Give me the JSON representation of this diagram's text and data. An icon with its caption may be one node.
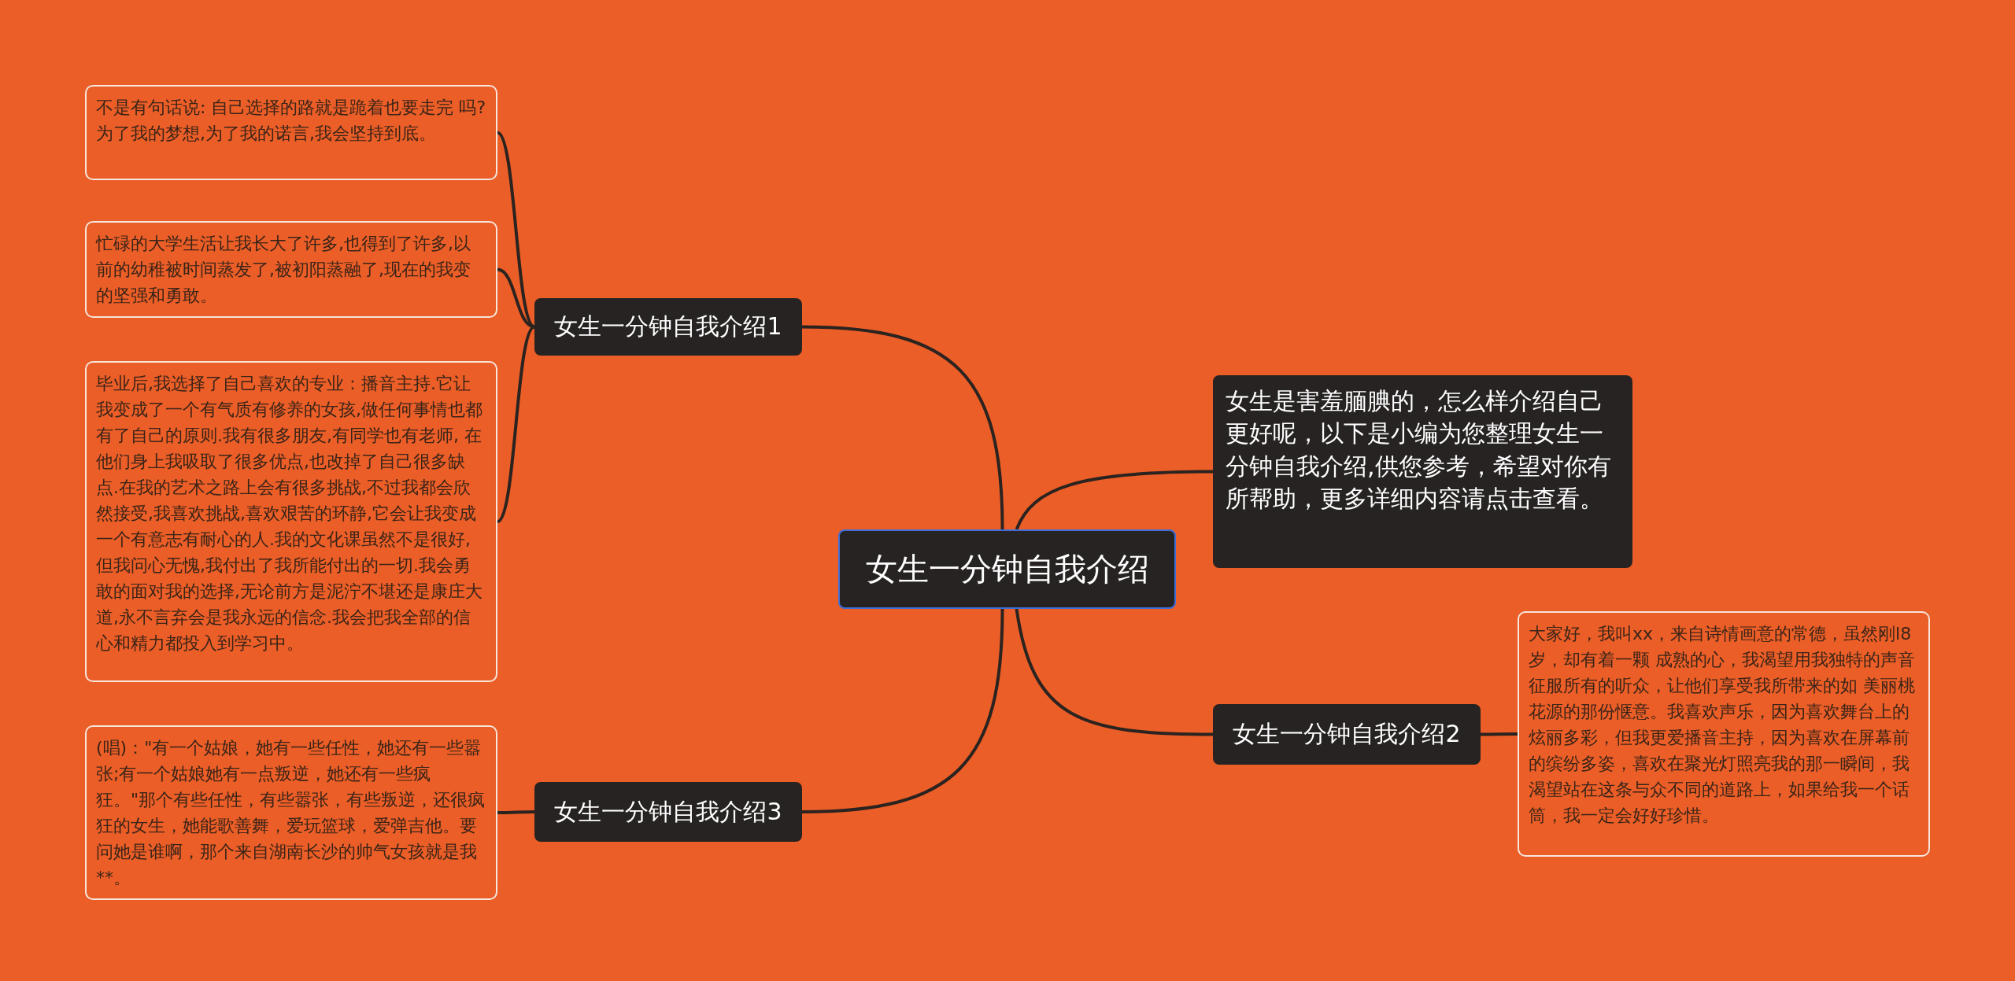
{
  "diagram": {
    "nodes": [
      {
        "text": [
          "女生一分钟自我介绍"
        ]
      },
      {
        "text": [
          "女生一分钟自我介绍1"
        ]
      },
      {
        "text": [
          "不是有句话说: 自己选择的路就是跪着也要走完 吗?为了我的梦想,为了我的诺言,我会坚持到底。"
        ]
      },
      {
        "text": [
          "忙碌的大学生活让我长大了许多,也得到了许多,以前的幼稚被时间蒸发了,被初阳蒸融了,现在的我变的坚强和勇敢。"
        ]
      },
      {
        "text": [
          "毕业后,我选择了自己喜欢的专业：播音主持.它让我变成了一个有气质有修养的女孩,做任何事情也都有了自己的原则.我有很多朋友,有同学也有老师, 在他们身上我吸取了很多优点,也改掉了自己很多缺点.在我的艺术之路上会有很多挑战,不过我都会欣然接受,我喜欢挑战,喜欢艰苦的环静,它会让我变成一个有意志有耐心的人.我的文化课虽然不是很好,但我问心无愧,我付出了我所能付出的一切.我会勇敢的面对我的选择,无论前方是泥泞不堪还是康庄大道,永不言弃会是我永远的信念.我会把我全部的信心和精力都投入到学习中。"
        ]
      },
      {
        "text": [
          "女生是害羞腼腆的，怎么样介绍自己更好呢，以下是小编为您整理女生一分钟自我介绍,供您参考，希望对你有所帮助，更多详细内容请点击查看。"
        ]
      },
      {
        "text": [
          "女生一分钟自我介绍2"
        ]
      },
      {
        "text": [
          "大家好，我叫xx，来自诗情画意的常德，虽然刚l8岁，却有着一颗 成熟的心，我渴望用我独特的声音征服所有的听众，让他们享受我所带来的如 美丽桃花源的那份惬意。我喜欢声乐，因为喜欢舞台上的炫丽多彩，但我更爱播音主持，因为喜欢在屏幕前的缤纷多姿，喜欢在聚光灯照亮我的那一瞬间，我渴望站在这条与众不同的道路上，如果给我一个话筒，我一定会好好珍惜。"
        ]
      },
      {
        "text": [
          "女生一分钟自我介绍3"
        ]
      },
      {
        "text": [
          "(唱)：\"有一个姑娘，她有一些任性，她还有一些嚣张;有一个姑娘她有一点叛逆，她还有一些疯狂。\"那个有些任性，有些嚣张，有些叛逆，还很疯狂的女生，她能歌善舞，爱玩篮球，爱弹吉他。要问她是谁啊，那个来自湖南长沙的帅气女孩就是我**。"
        ]
      }
    ],
    "edges": [
      {
        "from": 0,
        "to": 1,
        "arrow": "none"
      },
      {
        "from": 1,
        "to": 2,
        "arrow": "none"
      },
      {
        "from": 1,
        "to": 3,
        "arrow": "none"
      },
      {
        "from": 1,
        "to": 4,
        "arrow": "none"
      },
      {
        "from": 0,
        "to": 5,
        "arrow": "none"
      },
      {
        "from": 0,
        "to": 6,
        "arrow": "none"
      },
      {
        "from": 6,
        "to": 7,
        "arrow": "none"
      },
      {
        "from": 0,
        "to": 8,
        "arrow": "none"
      },
      {
        "from": 8,
        "to": 9,
        "arrow": "none"
      }
    ]
  }
}
